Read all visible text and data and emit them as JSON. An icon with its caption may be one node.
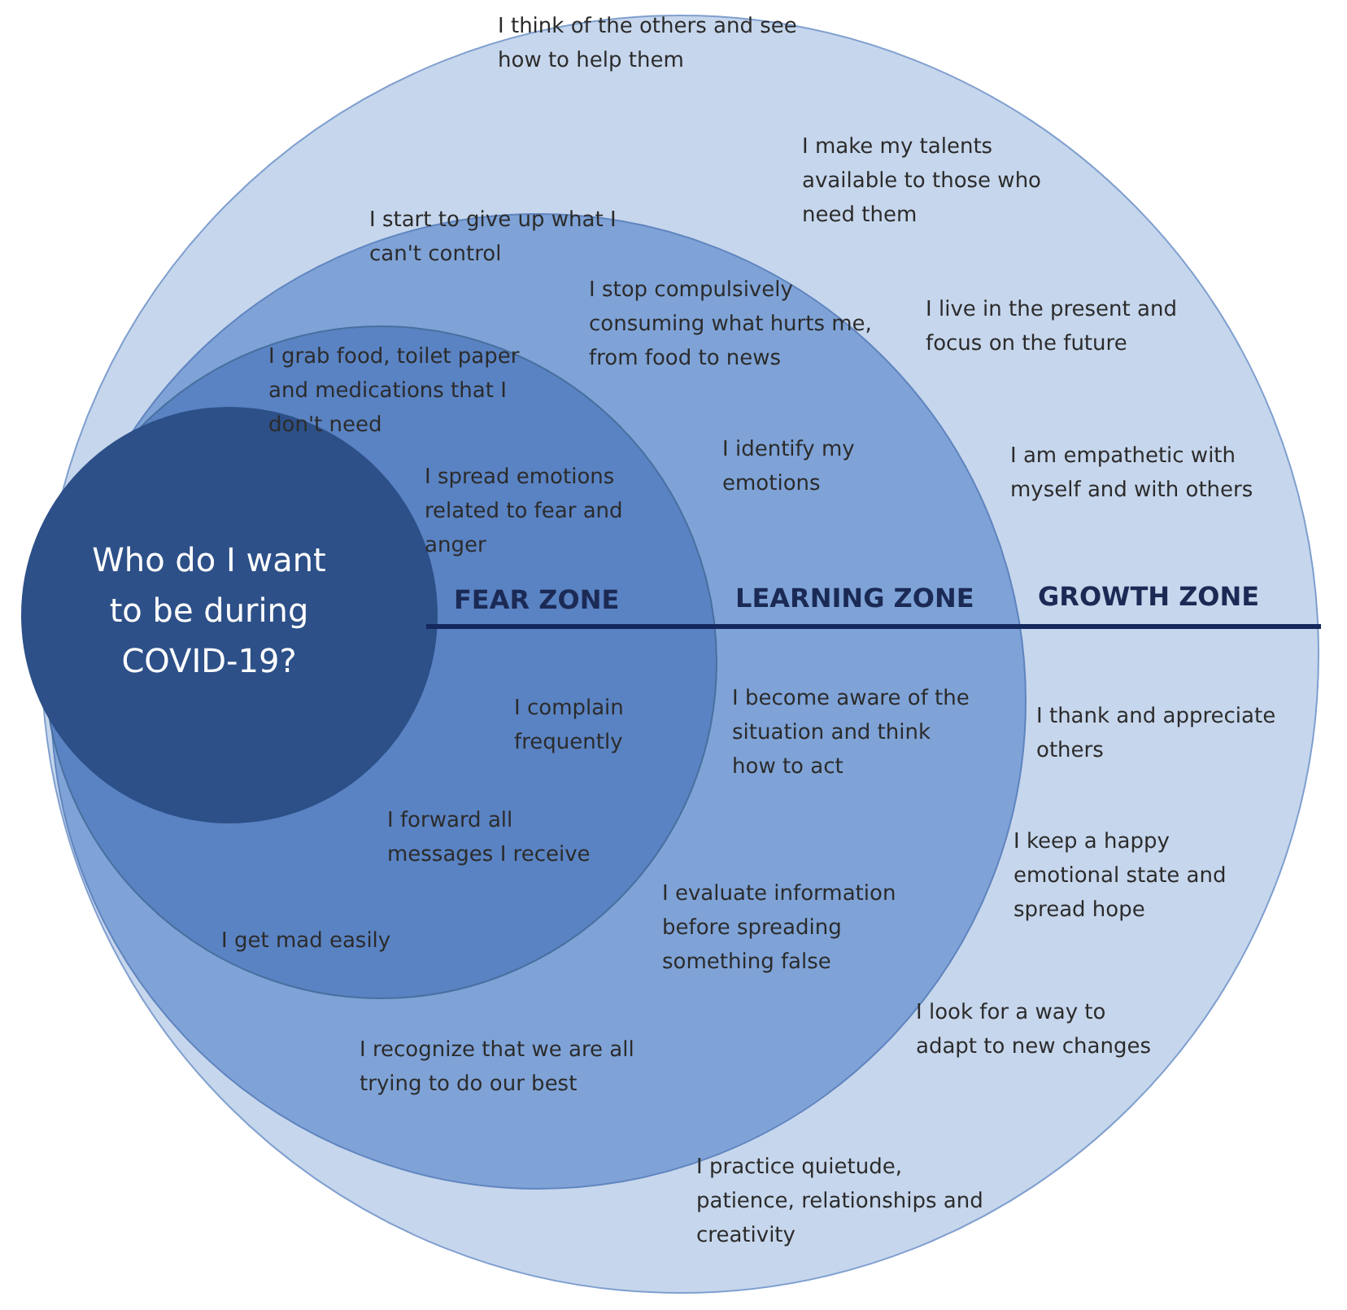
{
  "diagram": {
    "nodes": [
      {
        "text": [
          "GROWTH ZONE",
          "I think of the others and see how to help them",
          "I make my talents available to those who need them",
          "I live in the present and focus on the future",
          "I am empathetic with myself and with others",
          "I thank and appreciate others",
          "I keep a happy emotional state and spread hope",
          "I look for a way to adapt to new changes",
          "I practice quietude, patience, relationships and creativity"
        ]
      },
      {
        "text": [
          "LEARNING ZONE",
          "I start to give up what I can't control",
          "I stop compulsively consuming what hurts me, from food to news",
          "I identify my emotions",
          "I become aware of the situation and think how to act",
          "I evaluate information before spreading something false",
          "I recognize that we are all trying to do our best"
        ],
        "in": 0
      },
      {
        "text": [
          "FEAR ZONE",
          "I grab food, toilet paper and medications that I don't need",
          "I spread emotions related to fear and anger",
          "I complain frequently",
          "I forward all messages I receive",
          "I get mad easily"
        ],
        "in": 1
      },
      {
        "text": [
          "Who do I want to be during COVID-19?"
        ],
        "in": 2
      }
    ]
  }
}
